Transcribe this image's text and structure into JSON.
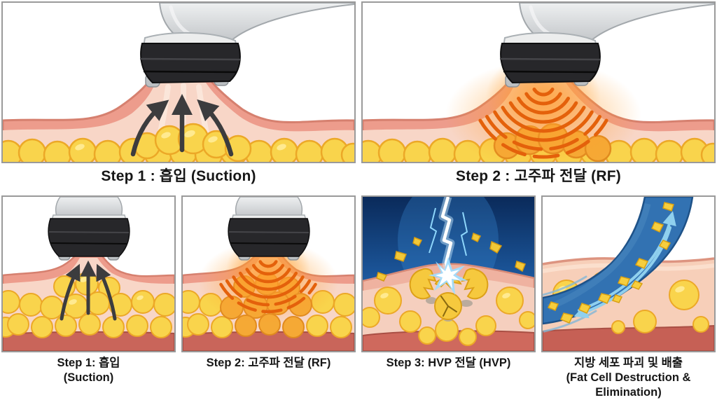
{
  "panels": {
    "top": [
      {
        "caption": "Step 1 : 흡입 (Suction)",
        "illustration": "suction-handpiece"
      },
      {
        "caption": "Step 2 : 고주파 전달 (RF)",
        "illustration": "rf-waves-handpiece"
      }
    ],
    "bottom": [
      {
        "caption_line1": "Step 1: 흡입",
        "caption_line2": "(Suction)",
        "illustration": "suction-handpiece"
      },
      {
        "caption_line1": "Step 2: 고주파 전달 (RF)",
        "caption_line2": "",
        "illustration": "rf-waves-handpiece"
      },
      {
        "caption_line1": "Step 3: HVP 전달 (HVP)",
        "caption_line2": "",
        "illustration": "hvp-lightning-fat-destruction"
      },
      {
        "caption_line1": "지방 세포 파괴 및 배출",
        "caption_line2": "(Fat Cell Destruction & Elimination)",
        "illustration": "fat-elimination-vessel"
      }
    ]
  },
  "colors": {
    "skin_dermis": "#ed9c8c",
    "skin_inner": "#f8d6c7",
    "fat_cell": "#f9d44c",
    "fat_cell_outline": "#eca827",
    "fat_cell_heated": "#f5a935",
    "muscle": "#c9655a",
    "device_grey": "#d9dadb",
    "device_tip_black": "#27272a",
    "rf_wave_orange": "#e4610b",
    "suction_arrow": "#3c3c3e",
    "hvp_sky_navy": "#0a2a5a",
    "lightning_cyan": "#8ed6fb",
    "vessel_blue": "#3272b2",
    "flow_arrow_blue": "#8fd0ee",
    "caption_text": "#161616"
  }
}
